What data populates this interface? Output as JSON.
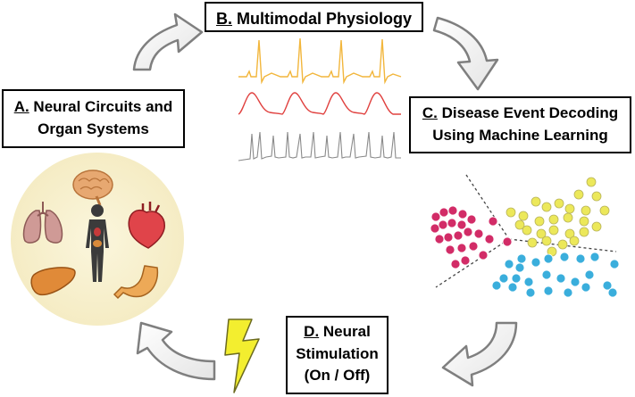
{
  "boxes": {
    "a": {
      "letter": "A.",
      "line1": "Neural Circuits and",
      "line2": "Organ Systems"
    },
    "b": {
      "letter": "B.",
      "line1": "Multimodal Physiology"
    },
    "c": {
      "letter": "C.",
      "line1": "Disease Event Decoding",
      "line2": "Using Machine Learning"
    },
    "d": {
      "letter": "D.",
      "line1": "Neural",
      "line2": "Stimulation",
      "line3": "(On / Off)"
    }
  },
  "organs": [
    "brain-icon",
    "lungs-icon",
    "heart-icon",
    "liver-icon",
    "stomach-icon",
    "human-body-icon"
  ],
  "signals": [
    {
      "name": "ecg-trace",
      "color": "#f2b63c"
    },
    {
      "name": "pressure-trace",
      "color": "#e0413f"
    },
    {
      "name": "neural-spike-trace",
      "color": "#8a8a8a"
    }
  ],
  "clusters": [
    {
      "name": "magenta",
      "color": "#d22c67"
    },
    {
      "name": "yellow",
      "color": "#ece85a"
    },
    {
      "name": "blue",
      "color": "#3aaedc"
    }
  ],
  "accent_colors": {
    "organ_circle": "#f7f0cf",
    "arrow_fill": "#ffffff",
    "arrow_stroke": "#808080",
    "lightning": "#f3ee2f"
  }
}
